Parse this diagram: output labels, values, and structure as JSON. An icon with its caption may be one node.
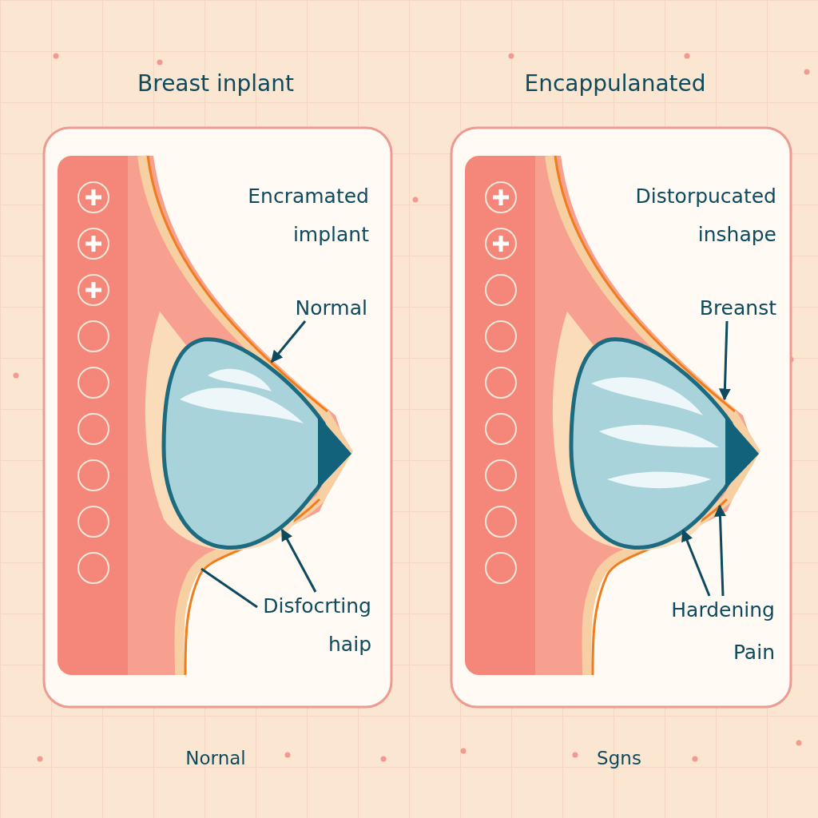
{
  "diagram": {
    "nodes": [
      {
        "text": [
          "Normal"
        ]
      },
      {
        "text": [
          "Disfocrting haip"
        ]
      },
      {
        "text": [
          "Breanst"
        ]
      },
      {
        "text": [
          "Hardening"
        ]
      }
    ],
    "edges": [
      {
        "from": 0,
        "to": null,
        "arrow": "to"
      },
      {
        "from": 1,
        "to": null,
        "arrow": "to"
      },
      {
        "from": 1,
        "to": null,
        "arrow": "none"
      },
      {
        "from": 2,
        "to": null,
        "arrow": "to"
      },
      {
        "from": 3,
        "to": null,
        "arrow": "to"
      },
      {
        "from": 3,
        "to": null,
        "arrow": "to"
      }
    ],
    "labels": [
      "Breast inplant",
      "Encappulanated",
      "Encramated implant",
      "Distorpucated inshape",
      "Pain",
      "Nornal",
      "Sgns"
    ]
  }
}
